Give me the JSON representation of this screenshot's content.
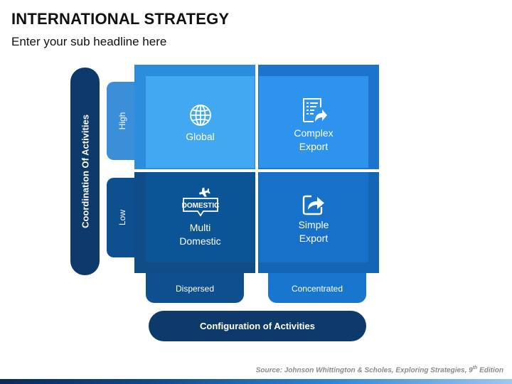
{
  "header": {
    "title": "INTERNATIONAL STRATEGY",
    "subtitle": "Enter your sub headline here"
  },
  "axes": {
    "y_label": "Coordination Of Activities",
    "x_label": "Configuration of Activities",
    "rows": {
      "high": "High",
      "low": "Low"
    },
    "columns": {
      "dispersed": "Dispersed",
      "concentrated": "Concentrated"
    }
  },
  "quadrants": {
    "top_left": {
      "line1": "Global",
      "line2": "",
      "icon": "globe-icon"
    },
    "top_right": {
      "line1": "Complex",
      "line2": "Export",
      "icon": "document-export-icon"
    },
    "bottom_left": {
      "line1": "Multi",
      "line2": "Domestic",
      "icon": "domestic-flight-icon",
      "badge": "DOMESTIC"
    },
    "bottom_right": {
      "line1": "Simple",
      "line2": "Export",
      "icon": "share-export-icon"
    }
  },
  "source": {
    "prefix": "Source: Johnson Whittington & Scholes, Exploring Strategies, 9",
    "sup": "th",
    "suffix": " Edition"
  },
  "colors": {
    "dark_navy": "#0e3a6b",
    "light_blue": "#42a8f2",
    "mid_blue": "#2d93ec",
    "deep_blue": "#0b5496"
  }
}
